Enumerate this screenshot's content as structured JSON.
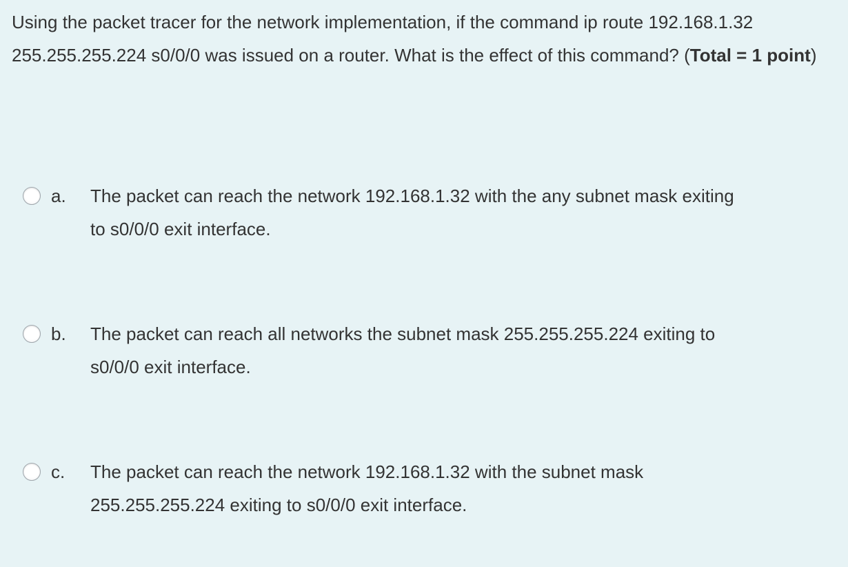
{
  "question": {
    "text_before_bold": "Using the packet tracer for the network implementation, if the command ip route 192.168.1.32 255.255.255.224 s0/0/0 was issued on a router. What is the effect of this command? (",
    "bold_text": "Total = 1 point",
    "text_after_bold": ")"
  },
  "options": [
    {
      "letter": "a.",
      "line1": "The packet can reach the network 192.168.1.32 with the any subnet mask exiting",
      "line2": "to s0/0/0 exit interface."
    },
    {
      "letter": "b.",
      "line1": "The packet can reach all networks the subnet mask 255.255.255.224 exiting to",
      "line2": "s0/0/0 exit interface."
    },
    {
      "letter": "c.",
      "line1": "The packet can reach the network 192.168.1.32 with the subnet mask",
      "line2": "255.255.255.224 exiting to s0/0/0 exit interface."
    }
  ],
  "colors": {
    "panel_background": "#e7f3f5",
    "text": "#333333",
    "radio_border": "#9ea5ab"
  }
}
